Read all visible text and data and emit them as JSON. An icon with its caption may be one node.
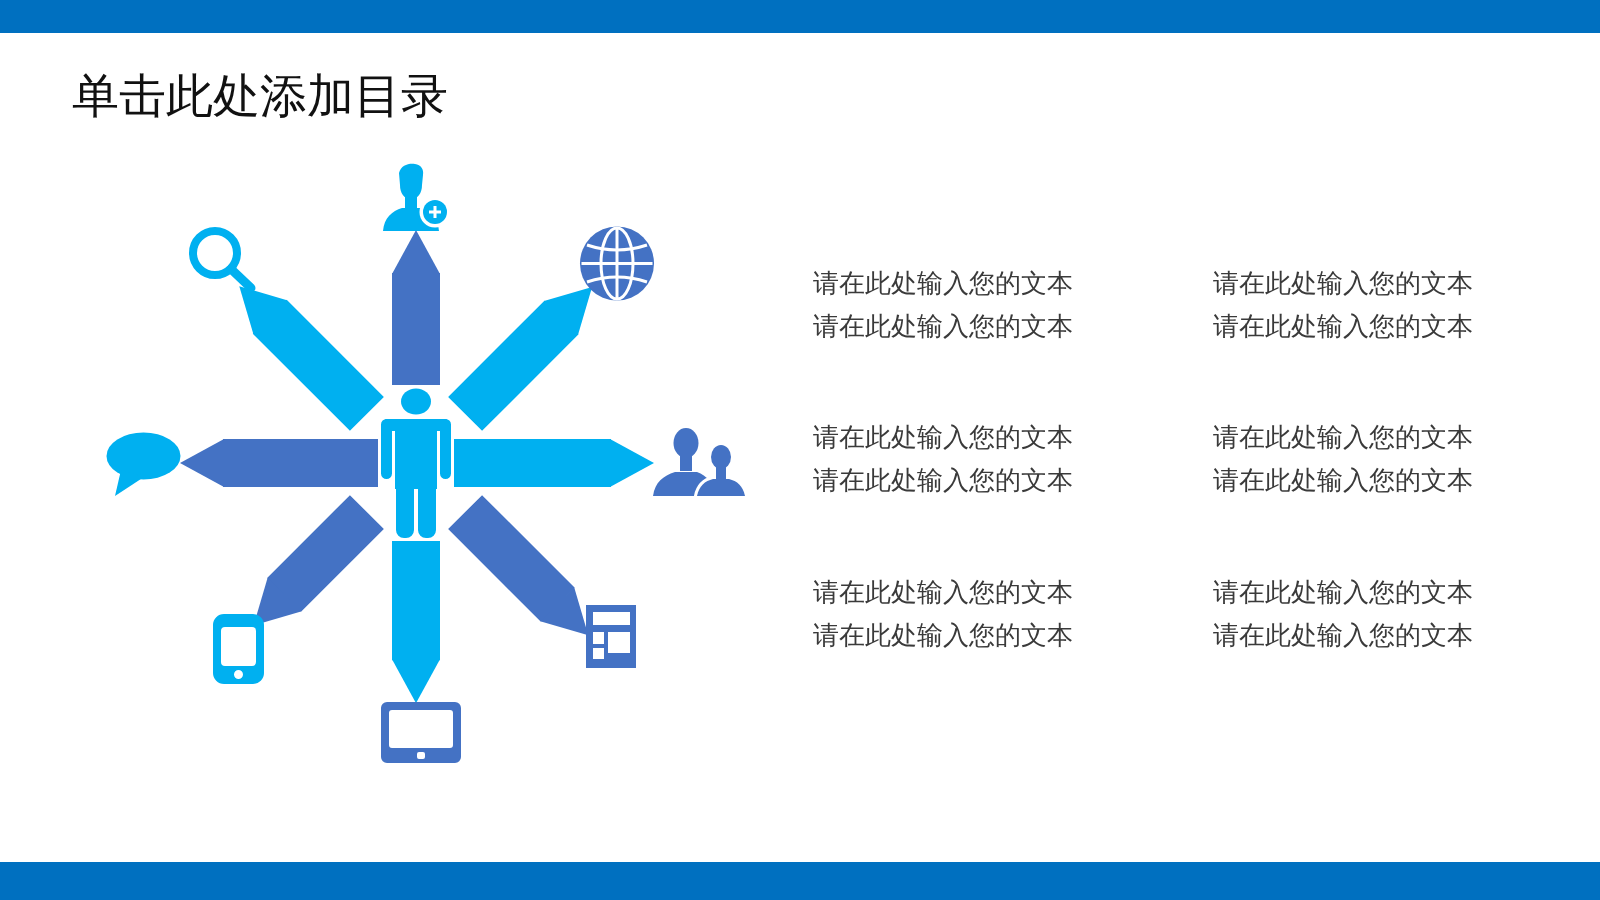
{
  "diagram": {
    "title": "单击此处添加目录",
    "nodes": [
      {
        "text": [],
        "shape": "person"
      },
      {
        "text": [],
        "shape": "picture"
      },
      {
        "text": [],
        "shape": "magnifier"
      },
      {
        "text": [],
        "shape": "picture"
      },
      {
        "text": [],
        "shape": "bubble"
      },
      {
        "text": [],
        "shape": "picture"
      },
      {
        "text": [],
        "shape": "phone"
      },
      {
        "text": [],
        "shape": "layout"
      },
      {
        "text": [],
        "shape": "tablet"
      }
    ],
    "edges": [
      {
        "from": 0,
        "to": 1,
        "arrow": "to",
        "color": "#4472c4"
      },
      {
        "from": 0,
        "to": 2,
        "arrow": "to",
        "color": "#00b0f0"
      },
      {
        "from": 0,
        "to": 3,
        "arrow": "to",
        "color": "#00b0f0"
      },
      {
        "from": 0,
        "to": 4,
        "arrow": "to",
        "color": "#4472c4"
      },
      {
        "from": 0,
        "to": 5,
        "arrow": "to",
        "color": "#00b0f0"
      },
      {
        "from": 0,
        "to": 6,
        "arrow": "to",
        "color": "#4472c4"
      },
      {
        "from": 0,
        "to": 7,
        "arrow": "to",
        "color": "#4472c4"
      },
      {
        "from": 0,
        "to": 8,
        "arrow": "to",
        "color": "#00b0f0"
      }
    ],
    "labels": [
      "请在此处输入您的文本请在此处输入您的文本",
      "请在此处输入您的文本请在此处输入您的文本",
      "请在此处输入您的文本请在此处输入您的文本",
      "请在此处输入您的文本请在此处输入您的文本",
      "请在此处输入您的文本请在此处输入您的文本",
      "请在此处输入您的文本请在此处输入您的文本"
    ]
  }
}
